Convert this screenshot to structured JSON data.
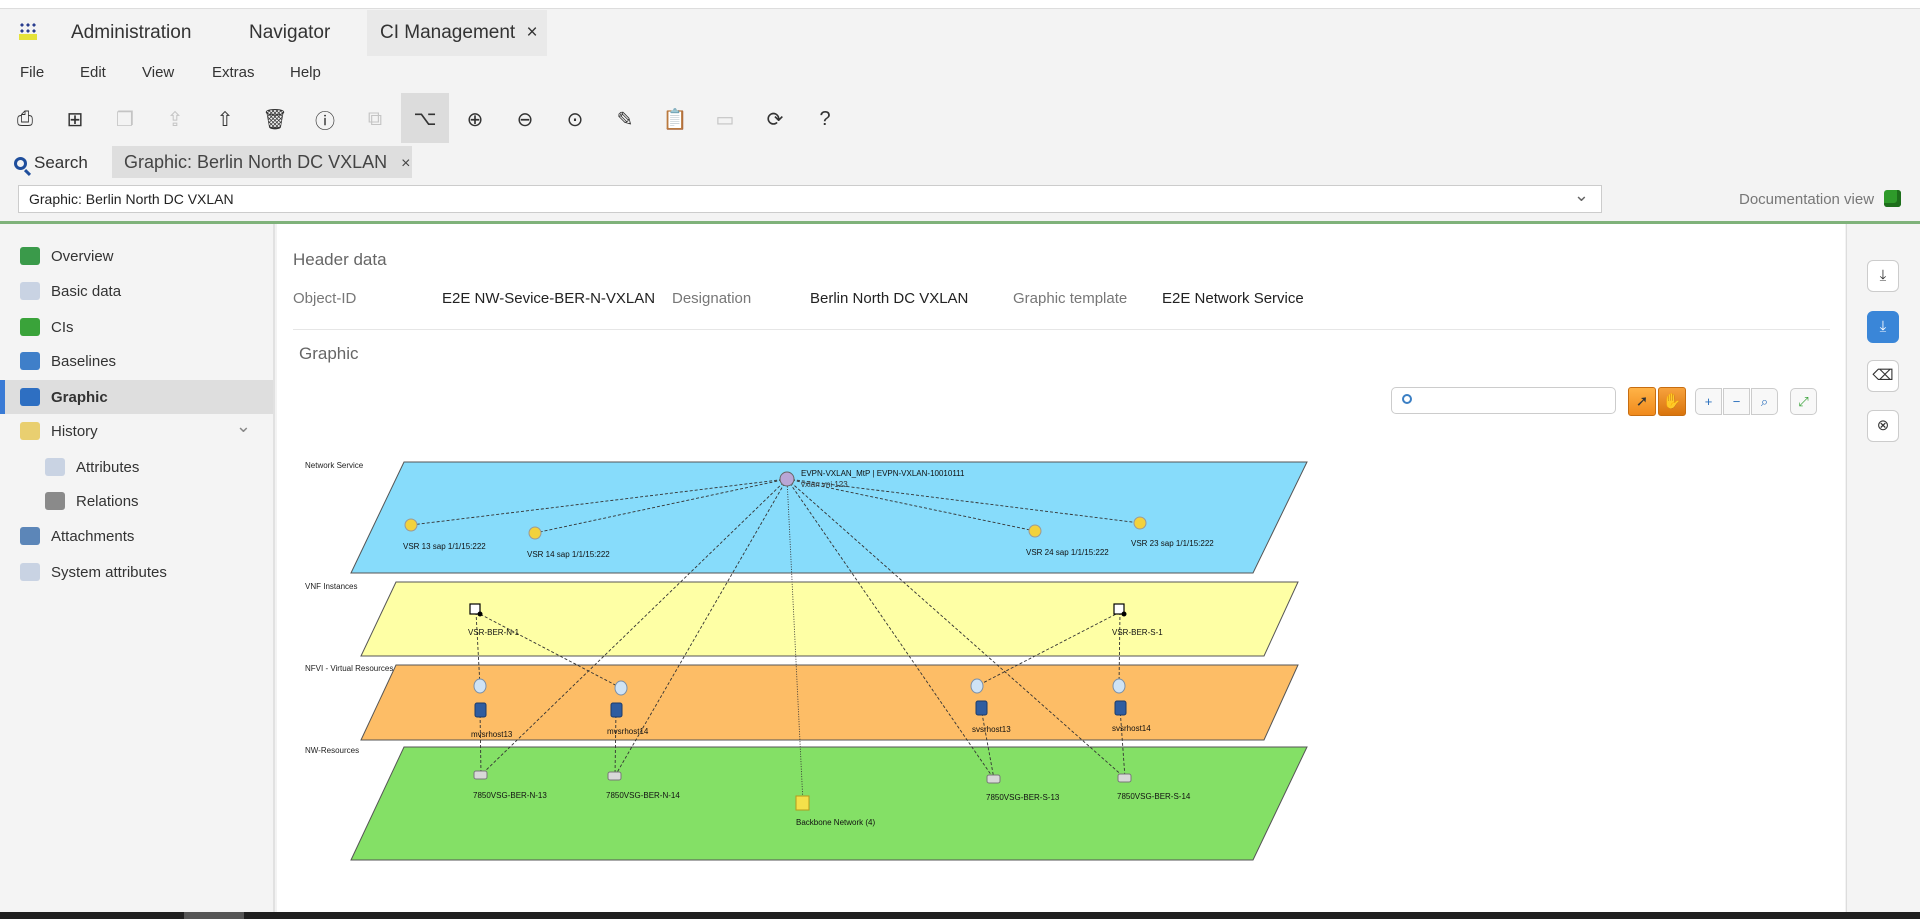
{
  "app_tabs": [
    {
      "label": "Administration"
    },
    {
      "label": "Navigator"
    },
    {
      "label": "CI Management",
      "close": "×"
    }
  ],
  "menu": [
    "File",
    "Edit",
    "View",
    "Extras",
    "Help"
  ],
  "toolbar": [
    {
      "icon": "print-icon",
      "glyph": "⎙",
      "enabled": true
    },
    {
      "icon": "new-icon",
      "glyph": "⊞",
      "enabled": true
    },
    {
      "icon": "copy-icon",
      "glyph": "❐",
      "enabled": false
    },
    {
      "icon": "upload-icon",
      "glyph": "⇪",
      "enabled": false
    },
    {
      "icon": "export-icon",
      "glyph": "⇧",
      "enabled": true
    },
    {
      "icon": "delete-icon",
      "glyph": "🗑",
      "enabled": true
    },
    {
      "icon": "info-icon",
      "glyph": "ⓘ",
      "enabled": true
    },
    {
      "icon": "preview-icon",
      "glyph": "⧉",
      "enabled": false
    },
    {
      "icon": "hierarchy-icon",
      "glyph": "⌥",
      "enabled": true,
      "active": true
    },
    {
      "icon": "zoom-in-icon",
      "glyph": "⊕",
      "enabled": true
    },
    {
      "icon": "zoom-out-icon",
      "glyph": "⊖",
      "enabled": true
    },
    {
      "icon": "zoom-fit-icon",
      "glyph": "⊙",
      "enabled": true
    },
    {
      "icon": "edit-icon",
      "glyph": "✎",
      "enabled": true
    },
    {
      "icon": "clipboard-icon",
      "glyph": "📋",
      "enabled": true
    },
    {
      "icon": "layout-icon",
      "glyph": "▭",
      "enabled": false
    },
    {
      "icon": "refresh-icon",
      "glyph": "⟳",
      "enabled": true
    },
    {
      "icon": "help-icon",
      "glyph": "?",
      "enabled": true
    }
  ],
  "search": {
    "label": "Search",
    "chip_label": "Graphic: Berlin North DC VXLAN",
    "chip_close": "×"
  },
  "selector": {
    "value": "Graphic: Berlin North DC VXLAN",
    "chevron": "⌄"
  },
  "documentation_view": "Documentation view",
  "sidebar": {
    "items": [
      {
        "label": "Overview",
        "icon": "overview-icon",
        "color": "#3a9a4a"
      },
      {
        "label": "Basic data",
        "icon": "document-icon",
        "color": "#c9d3e3"
      },
      {
        "label": "CIs",
        "icon": "cis-icon",
        "color": "#3aa33a"
      },
      {
        "label": "Baselines",
        "icon": "baselines-icon",
        "color": "#3f7fc9"
      },
      {
        "label": "Graphic",
        "icon": "graphic-icon",
        "color": "#2e6fc2",
        "active": true
      },
      {
        "label": "History",
        "icon": "history-icon",
        "color": "#e9cf70",
        "expand": "⌄"
      },
      {
        "label": "Attributes",
        "icon": "attributes-icon",
        "color": "#c9d3e3",
        "sub": true
      },
      {
        "label": "Relations",
        "icon": "relations-icon",
        "color": "#8a8a8a",
        "sub": true
      },
      {
        "label": "Attachments",
        "icon": "attachment-icon",
        "color": "#5c86b8"
      },
      {
        "label": "System attributes",
        "icon": "system-attributes-icon",
        "color": "#c9d3e3"
      }
    ]
  },
  "header": {
    "title": "Header data",
    "object_id_label": "Object-ID",
    "object_id": "E2E NW-Sevice-BER-N-VXLAN",
    "designation_label": "Designation",
    "designation": "Berlin North DC VXLAN",
    "template_label": "Graphic template",
    "template": "E2E Network Service"
  },
  "graphic": {
    "title": "Graphic",
    "layers": [
      {
        "label": "Network Service",
        "color": "#87dcfb"
      },
      {
        "label": "VNF Instances",
        "color": "#feffa5"
      },
      {
        "label": "NFVI - Virtual Resources",
        "color": "#fdbd66"
      },
      {
        "label": "NW-Resources",
        "color": "#84e066"
      }
    ],
    "nodes": [
      {
        "id": "evpn",
        "type": "service",
        "label": "EVPN-VXLAN_MtP | EVPN-VXLAN-10010111",
        "sublabel": "vxlan vni 123"
      },
      {
        "id": "vsr13",
        "type": "sap",
        "label": "VSR 13 sap 1/1/15:222"
      },
      {
        "id": "vsr14",
        "type": "sap",
        "label": "VSR 14 sap 1/1/15:222"
      },
      {
        "id": "vsr24",
        "type": "sap",
        "label": "VSR 24 sap 1/1/15:222"
      },
      {
        "id": "vsr23",
        "type": "sap",
        "label": "VSR 23 sap 1/1/15:222"
      },
      {
        "id": "vsrn1",
        "type": "vnf",
        "label": "VSR-BER-N-1"
      },
      {
        "id": "vsrs1",
        "type": "vnf",
        "label": "VSR-BER-S-1"
      },
      {
        "id": "dn13",
        "type": "disk",
        "label": ""
      },
      {
        "id": "dn14",
        "type": "disk",
        "label": ""
      },
      {
        "id": "ds13",
        "type": "disk",
        "label": ""
      },
      {
        "id": "ds14",
        "type": "disk",
        "label": ""
      },
      {
        "id": "mh13",
        "type": "host",
        "label": "mvsrhost13"
      },
      {
        "id": "mh14",
        "type": "host",
        "label": "mvsrhost14"
      },
      {
        "id": "sh13",
        "type": "host",
        "label": "svsrhost13"
      },
      {
        "id": "sh14",
        "type": "host",
        "label": "svsrhost14"
      },
      {
        "id": "rn13",
        "type": "router",
        "label": "7850VSG-BER-N-13"
      },
      {
        "id": "rn14",
        "type": "router",
        "label": "7850VSG-BER-N-14"
      },
      {
        "id": "rs13",
        "type": "router",
        "label": "7850VSG-BER-S-13"
      },
      {
        "id": "rs14",
        "type": "router",
        "label": "7850VSG-BER-S-14"
      },
      {
        "id": "bb",
        "type": "folder",
        "label": "Backbone Network (4)"
      }
    ],
    "edges": [
      [
        "evpn",
        "vsr13"
      ],
      [
        "evpn",
        "vsr14"
      ],
      [
        "evpn",
        "vsr24"
      ],
      [
        "evpn",
        "vsr23"
      ],
      [
        "evpn",
        "rn13"
      ],
      [
        "evpn",
        "rn14"
      ],
      [
        "evpn",
        "rs13"
      ],
      [
        "evpn",
        "rs14"
      ],
      [
        "evpn",
        "bb"
      ],
      [
        "vsrn1",
        "dn13"
      ],
      [
        "vsrn1",
        "dn14"
      ],
      [
        "vsrs1",
        "ds13"
      ],
      [
        "vsrs1",
        "ds14"
      ],
      [
        "mh13",
        "rn13"
      ],
      [
        "mh14",
        "rn14"
      ],
      [
        "sh13",
        "rs13"
      ],
      [
        "sh14",
        "rs14"
      ]
    ]
  },
  "graph_toolbar": {
    "select": "➚",
    "pan": "✋",
    "expand": "+",
    "collapse": "−",
    "find": "⌕",
    "fit": "⤢"
  },
  "right_panel": [
    {
      "icon": "download-clear-icon",
      "glyph": "⤓"
    },
    {
      "icon": "download-icon",
      "glyph": "⤓",
      "primary": true
    },
    {
      "icon": "backspace-icon",
      "glyph": "⌫"
    },
    {
      "icon": "close-circle-icon",
      "glyph": "⊗"
    }
  ]
}
